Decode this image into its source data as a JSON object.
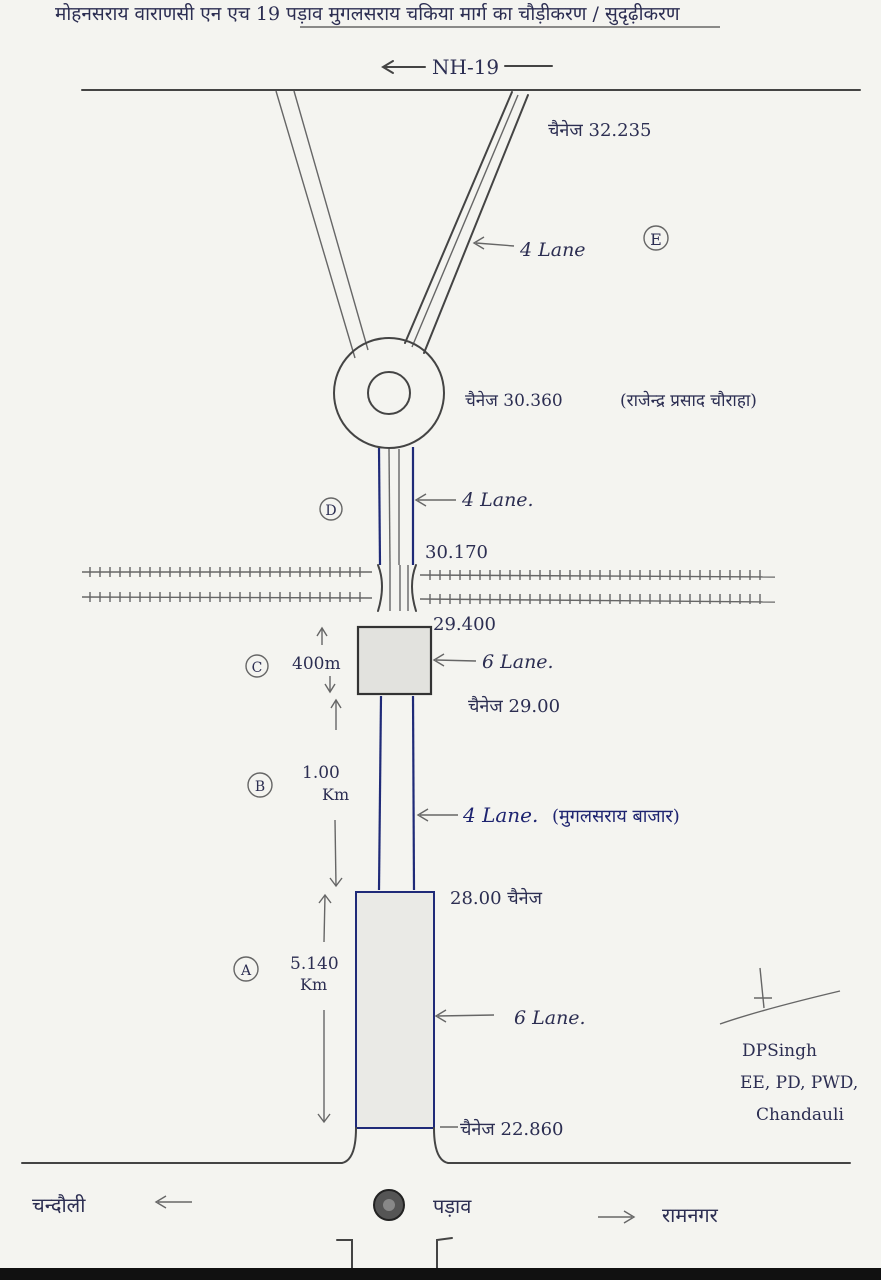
{
  "header": {
    "title": "मोहनसराय वाराणसी एन एच 19 पड़ाव मुगलसराय चकिया मार्ग का चौड़ीकरण / सुदृढ़ीकरण"
  },
  "top_road": {
    "label": "NH-19"
  },
  "sections": {
    "E": {
      "marker": "E",
      "lane_label": "4 Lane",
      "chainage": "चैनेज 32.235"
    },
    "roundabout": {
      "chainage": "चैनेज 30.360",
      "place": "(राजेन्द्र प्रसाद चौराहा)"
    },
    "D": {
      "marker": "D",
      "lane_label": "4 Lane."
    },
    "rail": {
      "chainage_upper": "30.170",
      "chainage_lower": "29.400"
    },
    "C": {
      "marker": "C",
      "lane_label": "6 Lane.",
      "length_label": "400m",
      "chainage": "चैनेज 29.00"
    },
    "B": {
      "marker": "B",
      "lane_label": "4 Lane.",
      "place": "(मुगलसराय बाजार)",
      "length_value": "1.00",
      "length_unit": "Km"
    },
    "A": {
      "marker": "A",
      "lane_label": "6 Lane.",
      "length_value": "5.140",
      "length_unit": "Km",
      "chainage_top": "28.00 चैनेज",
      "chainage_bottom": "चैनेज 22.860"
    }
  },
  "bottom_road": {
    "left_label": "चन्दौली",
    "center_label": "पड़ाव",
    "right_label": "रामनगर"
  },
  "signature": {
    "name": "DPSingh",
    "designation": "EE, PD, PWD,",
    "location": "Chandauli"
  },
  "colors": {
    "pencil": "#444444",
    "ink": "#1f2a78",
    "paper": "#f4f4f0"
  }
}
